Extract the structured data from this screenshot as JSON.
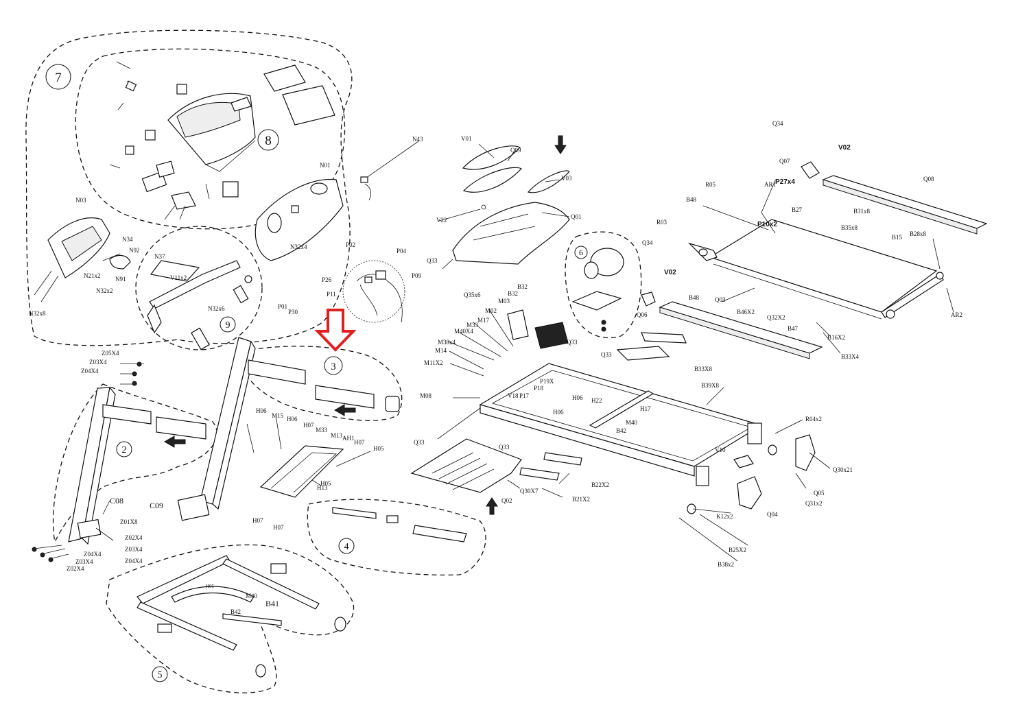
{
  "groups": [
    "7",
    "8",
    "9",
    "3",
    "2",
    "4",
    "5",
    "6"
  ],
  "labels": {
    "N43": "N43",
    "N01": "N01",
    "N03": "N03",
    "N34": "N34",
    "N92": "N92",
    "N21x2": "N21x2",
    "N91": "N91",
    "N32x2": "N32x2",
    "N32x8": "N32x8",
    "N37": "N37",
    "V11x2": "V11x2",
    "N32x6": "N32x6",
    "N32x4": "N32x4",
    "P02": "P02",
    "P04": "P04",
    "P26": "P26",
    "P09": "P09",
    "P11": "P11",
    "P01": "P01",
    "P30": "P30",
    "Z05X4": "Z05X4",
    "Z03X4_top": "Z03X4",
    "Z04X4_top": "Z04X4",
    "C08": "C08",
    "Z01X8": "Z01X8",
    "Z04X4_bot": "Z04X4",
    "Z03X4_bot": "Z03X4",
    "Z02X4_bot": "Z02X4",
    "C09": "C09",
    "Z02X4_mid": "Z02X4",
    "Z03X4_mid": "Z03X4",
    "Z04X4_mid": "Z04X4",
    "H06a": "H06",
    "M15": "M15",
    "H06b": "H06",
    "H07a": "H07",
    "M33a": "M33",
    "M13": "M13",
    "AH1": "AH1",
    "H07b": "H07",
    "H05a": "H05",
    "H05b": "H05",
    "H13": "H13",
    "H07c": "H07",
    "H07d": "H07",
    "H05c": "H05",
    "M40a": "M40",
    "B41": "B41",
    "B42a": "B42",
    "V01": "V01",
    "Q09": "Q09",
    "V03": "V03",
    "V22": "V22",
    "Q01": "Q01",
    "Q33a": "Q33",
    "Q35x6": "Q35x6",
    "M02": "M02",
    "M03": "M03",
    "B32a": "B32",
    "B32b": "B32",
    "Q33b": "Q33",
    "Q33c": "Q33",
    "M17": "M17",
    "M33b": "M33",
    "M40X4": "M40X4",
    "M38x4": "M38x4",
    "M14": "M14",
    "M11X2": "M11X2",
    "M08": "M08",
    "P19X": "P19X",
    "P18": "P18",
    "V18": "V18",
    "P17": "P17",
    "H06c": "H06",
    "H06d": "H06",
    "H22": "H22",
    "M40b": "M40",
    "B42b": "B42",
    "H17": "H17",
    "Q33d": "Q33",
    "Q33e": "Q33",
    "Q30X7": "Q30X7",
    "Q02": "Q02",
    "B22X2": "B22X2",
    "B21X2": "B21X2",
    "Q34a": "Q34",
    "V02a": "V02",
    "Q06": "Q06",
    "Q34b": "Q34",
    "V02b": "V02",
    "Q07": "Q07",
    "Q08": "Q08",
    "R05": "R05",
    "AR1": "AR1",
    "P27x4": "P27x4",
    "B48a": "B48",
    "P10x2": "P10x2",
    "B27": "B27",
    "B31x8": "B31x8",
    "B35x8": "B35x8",
    "B28x8": "B28x8",
    "R03": "R03",
    "B15": "B15",
    "B48b": "B48",
    "Q03": "Q03",
    "B46X2": "B46X2",
    "Q32X2": "Q32X2",
    "B47": "B47",
    "B16X2": "B16X2",
    "B33X4": "B33X4",
    "AR2": "AR2",
    "B33X8": "B33X8",
    "B39X8": "B39X8",
    "R04x2": "R04x2",
    "V10": "V10",
    "Q30x21": "Q30x21",
    "Q05": "Q05",
    "Q31x2": "Q31x2",
    "Q04": "Q04",
    "K12x2": "K12x2",
    "B25X2": "B25X2",
    "B38x2": "B38x2"
  },
  "colors": {
    "ink": "#111111",
    "pointer": "#e02020"
  }
}
